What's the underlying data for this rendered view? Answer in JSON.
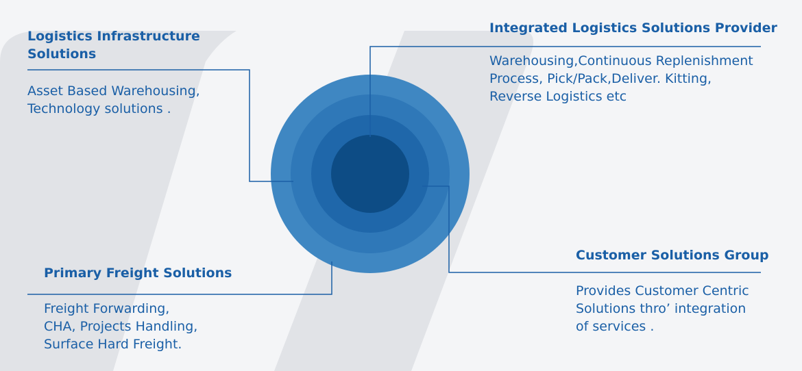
{
  "colors": {
    "accent": "#1a5fa6",
    "ring_outer": "#3f87c2",
    "ring_2": "#2f78b8",
    "ring_3": "#1f67aa",
    "ring_4": "#1a6ab3",
    "core": "#0d4c85",
    "background": "#f4f5f7",
    "watermark": "#e1e3e7"
  },
  "segments": [
    {
      "id": "infra",
      "title": "Logistics Infrastructure\nSolutions",
      "description": "Asset Based Warehousing,\nTechnology solutions ."
    },
    {
      "id": "integrated",
      "title": "Integrated Logistics Solutions Provider",
      "description": "Warehousing,Continuous Replenishment\nProcess, Pick/Pack,Deliver. Kitting,\nReverse Logistics etc"
    },
    {
      "id": "customer",
      "title": "Customer Solutions Group",
      "description": "Provides Customer Centric\nSolutions thro’ integration\nof services ."
    },
    {
      "id": "freight",
      "title": "Primary Freight Solutions",
      "description": "Freight Forwarding,\nCHA, Projects Handling,\nSurface Hard Freight."
    }
  ]
}
